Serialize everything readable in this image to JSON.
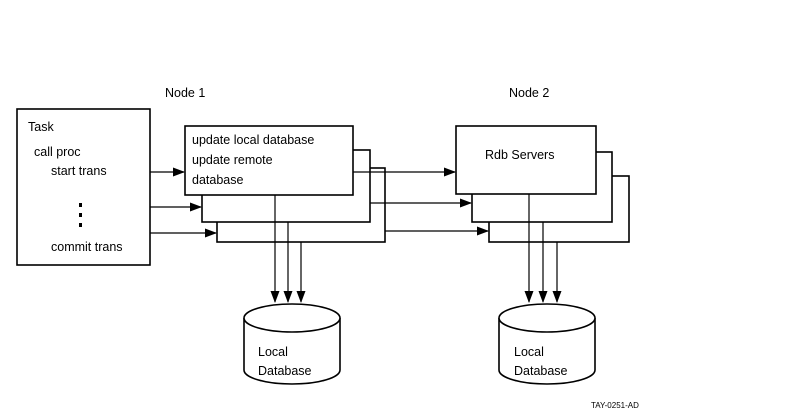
{
  "node1_label": "Node 1",
  "node2_label": "Node 2",
  "task": {
    "title": "Task",
    "lines": [
      "call proc",
      "start trans",
      "commit trans"
    ]
  },
  "node1_box": {
    "lines": [
      "update local database",
      "update remote",
      "database"
    ]
  },
  "node2_box": {
    "label": "Rdb Servers"
  },
  "db_left": {
    "lines": [
      "Local",
      "Database"
    ]
  },
  "db_right": {
    "lines": [
      "Local",
      "Database"
    ]
  },
  "figure_id": "TAY-0251-AD"
}
